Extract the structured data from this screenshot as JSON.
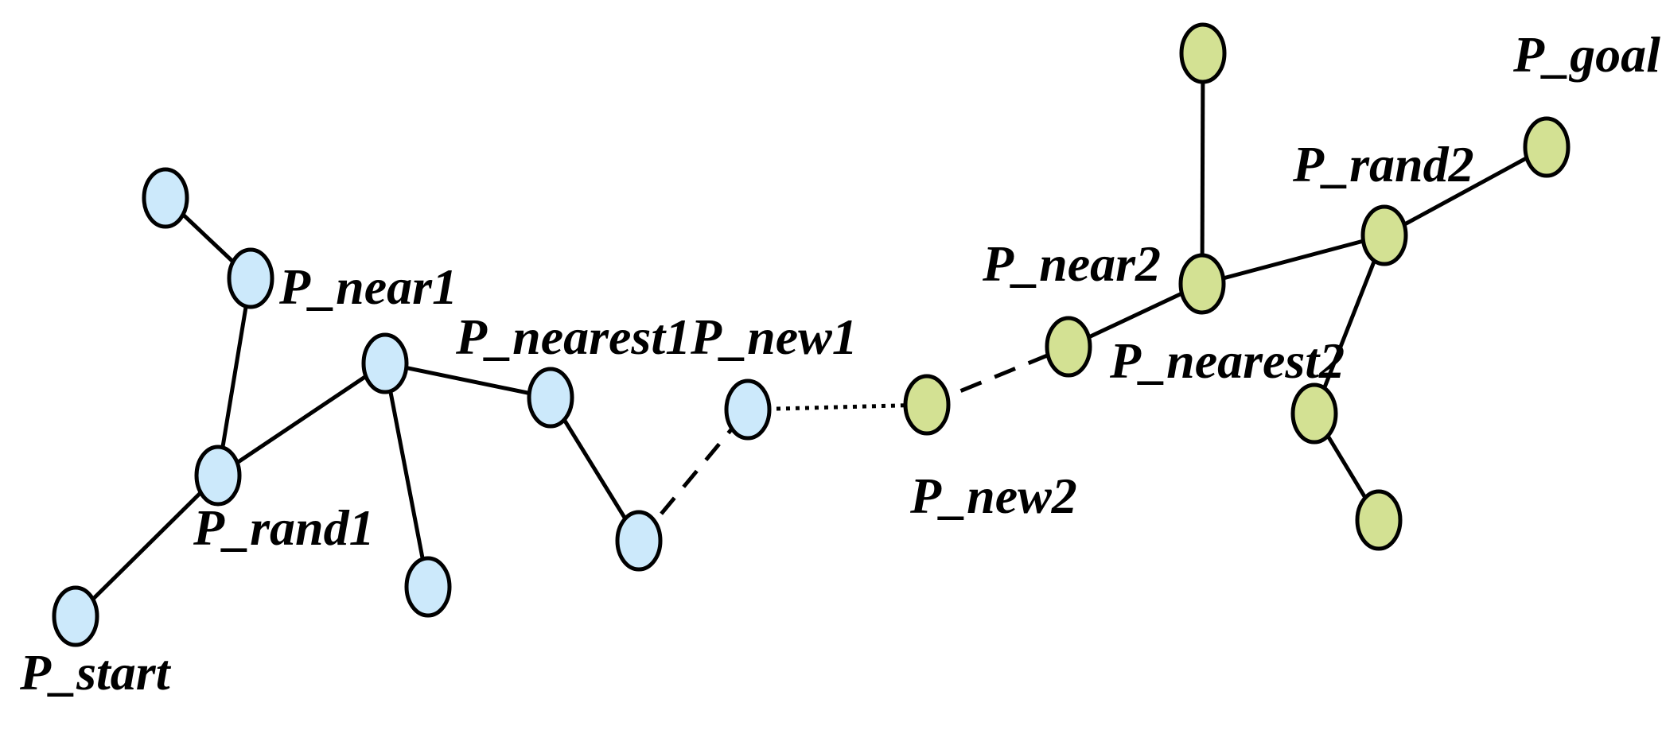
{
  "colors": {
    "tree1_fill": "#cce9fb",
    "tree2_fill": "#d3e193",
    "stroke": "#000000",
    "background": "#ffffff"
  },
  "tree1": {
    "labels": {
      "start": "P_start",
      "rand": "P_rand1",
      "near": "P_near1",
      "nearest": "P_nearest1",
      "new": "P_new1"
    }
  },
  "tree2": {
    "labels": {
      "goal": "P_goal",
      "rand": "P_rand2",
      "near": "P_near2",
      "nearest": "P_nearest2",
      "new": "P_new2"
    }
  }
}
